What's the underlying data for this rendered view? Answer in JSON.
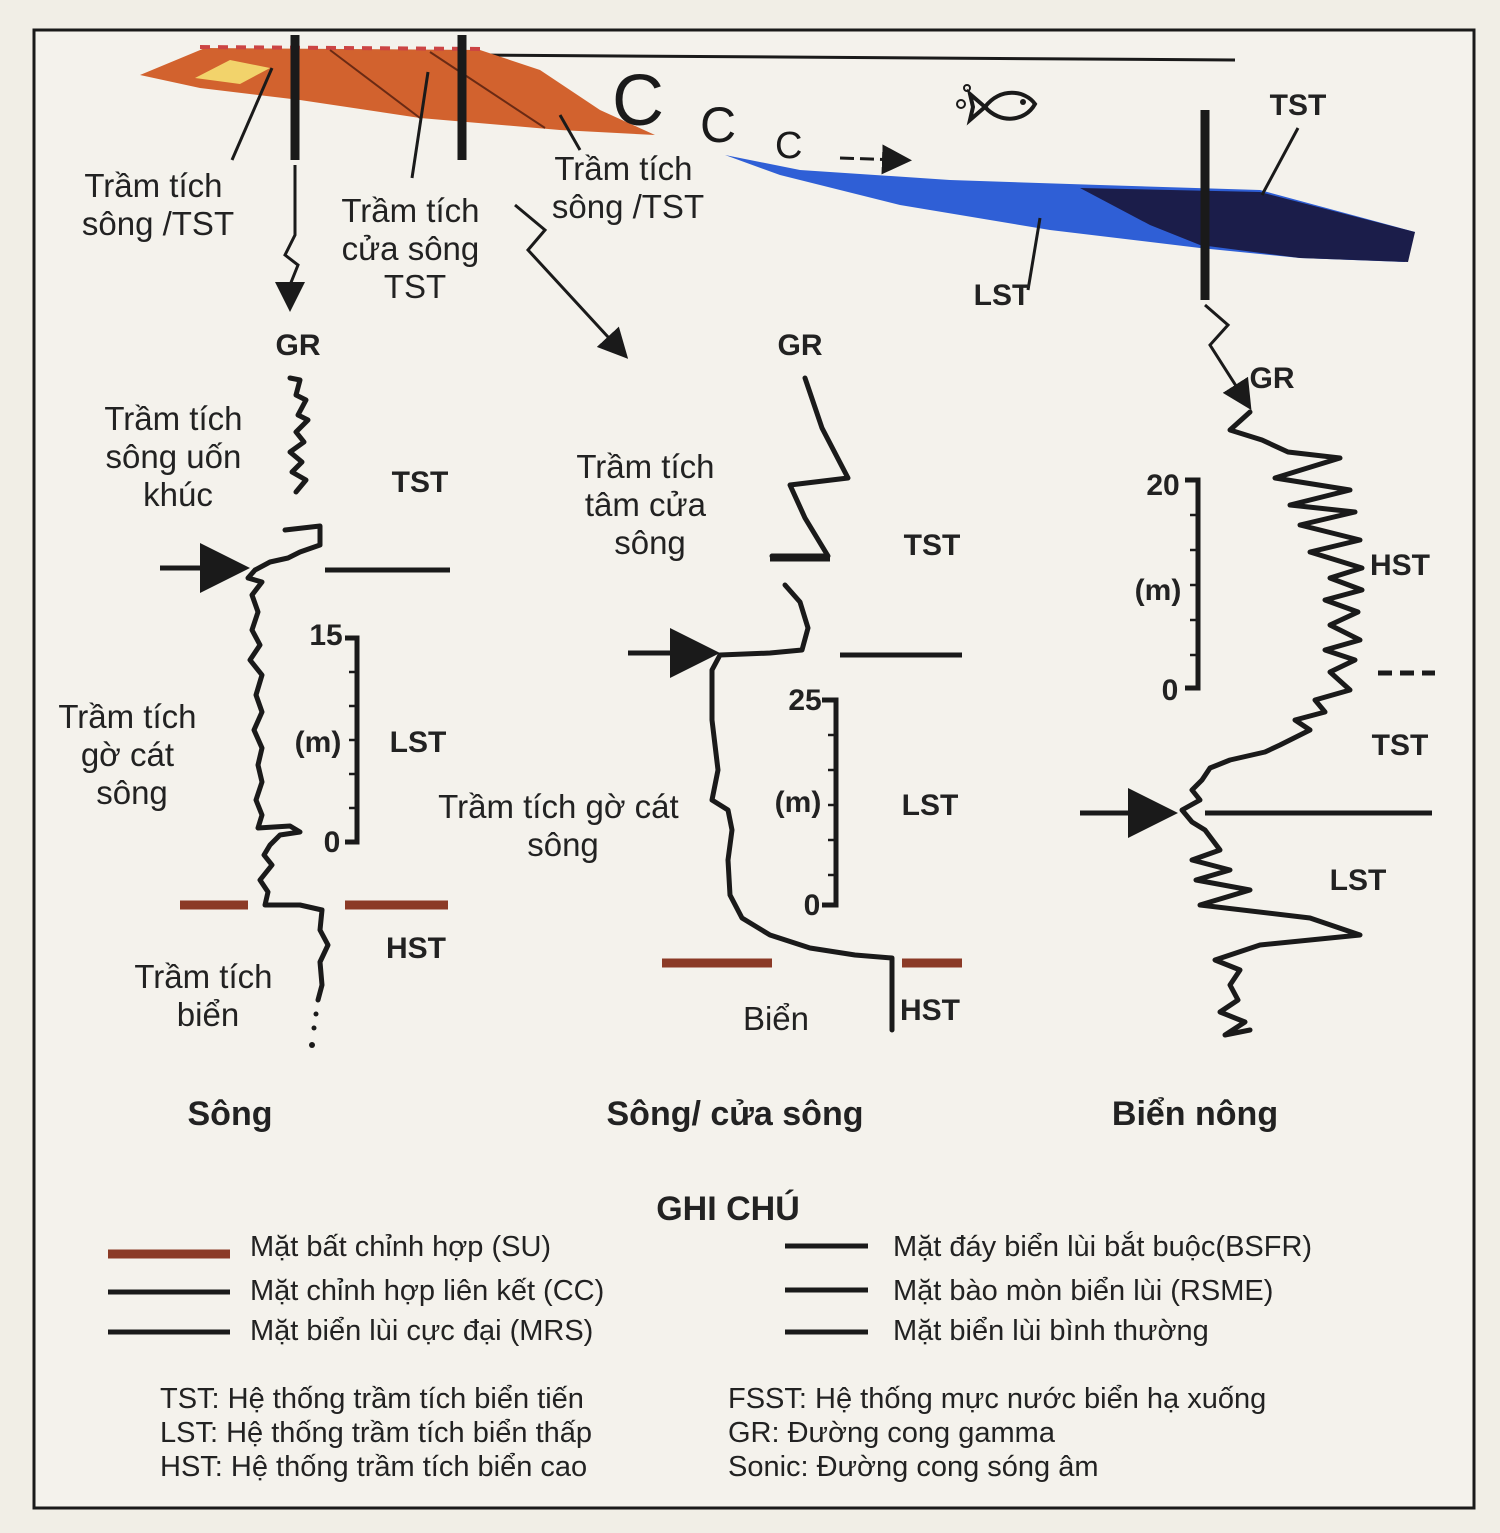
{
  "top_section": {
    "labels": {
      "river_tst_left": [
        "Trầm tích",
        "sông /TST"
      ],
      "estuary_tst": [
        "Trầm tích",
        "cửa sông",
        "TST"
      ],
      "river_tst_right": [
        "Trầm tích",
        "sông /TST"
      ],
      "tst": "TST",
      "lst": "LST"
    },
    "colors": {
      "river_fill": "#d2622e",
      "marine_fill": "#2f5fd6",
      "marine_dark": "#1b1d4a"
    }
  },
  "logs": {
    "river": {
      "curve_label": "GR",
      "facies": {
        "upper": [
          "Trầm tích",
          "sông uốn",
          "khúc"
        ],
        "middle": [
          "Trầm tích",
          "gờ cát",
          "sông"
        ],
        "lower": [
          "Trầm tích",
          "biển"
        ]
      },
      "systems": {
        "tst": "TST",
        "lst": "LST",
        "hst": "HST"
      },
      "scale": {
        "top": "15",
        "unit": "(m)",
        "bottom": "0"
      },
      "caption": "Sông"
    },
    "estuary": {
      "curve_label": "GR",
      "facies": {
        "upper": [
          "Trầm tích",
          "tâm cửa",
          "sông"
        ],
        "middle": [
          "Trầm tích gờ cát",
          "sông"
        ],
        "lower": "Biển"
      },
      "systems": {
        "tst": "TST",
        "lst": "LST",
        "hst": "HST"
      },
      "scale": {
        "top": "25",
        "unit": "(m)",
        "bottom": "0"
      },
      "caption": "Sông/ cửa sông"
    },
    "shallow_marine": {
      "curve_label": "GR",
      "systems": {
        "hst": "HST",
        "tst": "TST",
        "lst": "LST"
      },
      "scale": {
        "top": "20",
        "unit": "(m)",
        "bottom": "0"
      },
      "caption": "Biển nông"
    }
  },
  "legend": {
    "title": "GHI CHÚ",
    "items_left": [
      {
        "label": "Mặt bất chỉnh hợp (SU)",
        "color": "#8b3a26"
      },
      {
        "label": "Mặt chỉnh hợp liên kết (CC)",
        "color": "#1a1a1a"
      },
      {
        "label": "Mặt biển lùi cực đại (MRS)",
        "color": "#1a1a1a"
      }
    ],
    "items_right": [
      {
        "label": "Mặt đáy biển lùi bắt buộc(BSFR)",
        "color": "#1a1a1a"
      },
      {
        "label": "Mặt bào mòn biển lùi (RSME)",
        "color": "#1a1a1a"
      },
      {
        "label": "Mặt biển lùi bình thường",
        "color": "#1a1a1a"
      }
    ],
    "abbrev_left": [
      "TST: Hệ thống trầm tích biển tiến",
      "LST: Hệ thống trầm tích biển thấp",
      "HST: Hệ thống trầm tích biển cao"
    ],
    "abbrev_right": [
      "FSST: Hệ thống mực nước biển hạ xuống",
      "GR: Đường cong gamma",
      "Sonic: Đường cong sóng âm"
    ]
  }
}
